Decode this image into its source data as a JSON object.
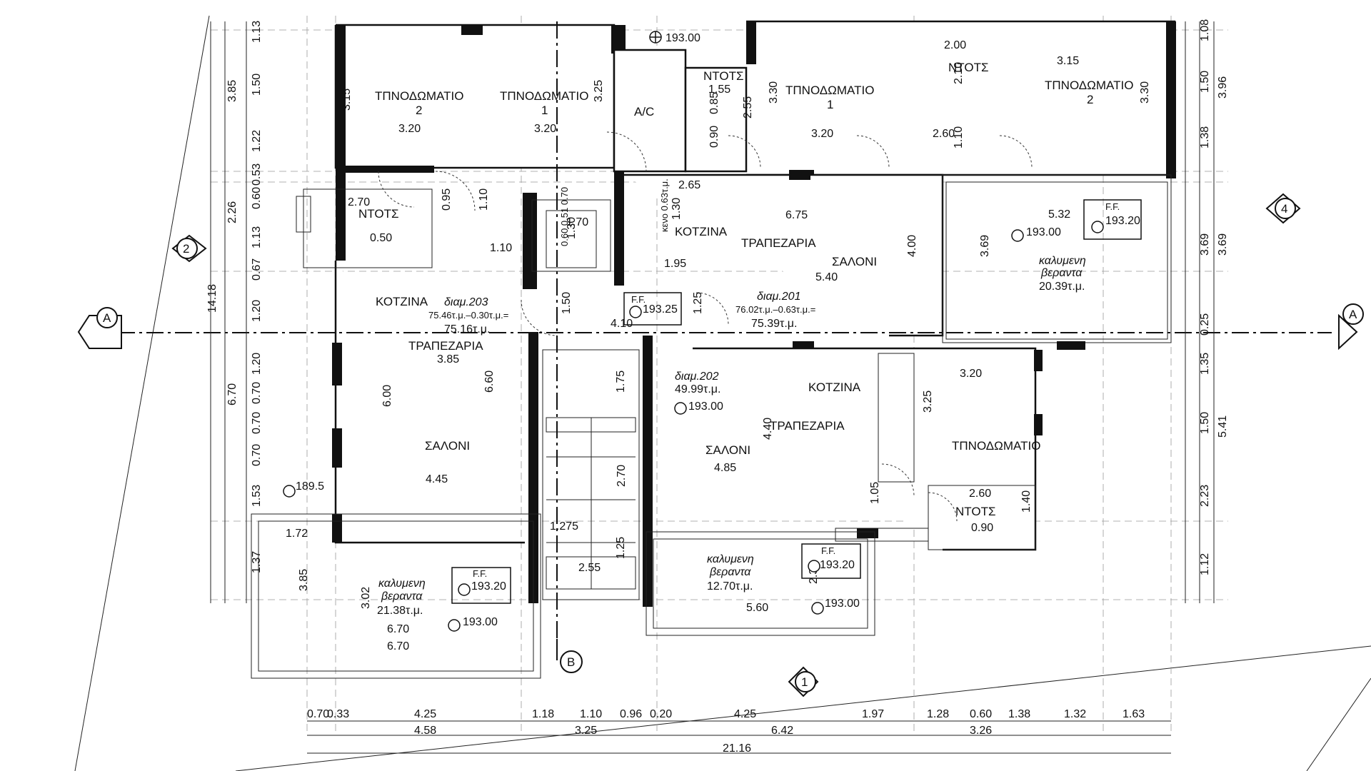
{
  "rooms": {
    "bedroom2_left": {
      "name": "ΤΠΝΟΔΩΜΑΤΙΟ",
      "num": "2",
      "w": "3.20",
      "h": "3.15"
    },
    "bedroom1_left": {
      "name": "ΤΠΝΟΔΩΜΑΤΙΟ",
      "num": "1",
      "w": "3.20",
      "h": "3.25"
    },
    "ac": {
      "name": "A/C"
    },
    "wc_top": {
      "name": "ΝΤΟΤΣ",
      "w": "1.55",
      "d1": "2.55",
      "d2": "0.85",
      "d3": "0.90"
    },
    "bedroom1_right": {
      "name": "ΤΠΝΟΔΩΜΑΤΙΟ",
      "num": "1",
      "w": "3.20",
      "h": "3.30"
    },
    "wc_top_right": {
      "name": "ΝΤΟΤΣ",
      "w": "2.00",
      "h": "2.10",
      "w2": "2.60",
      "h2": "1.10"
    },
    "bedroom2_right": {
      "name": "ΤΠΝΟΔΩΜΑΤΙΟ",
      "num": "2",
      "w": "3.15",
      "h": "3.30"
    },
    "wc_left": {
      "name": "ΝΤΟΤΣ",
      "w": "2.70",
      "d1": "0.95",
      "d2": "0.50",
      "d3": "1.10",
      "d4": "1.10"
    },
    "stair": {
      "w": "1.70",
      "h": "1.30",
      "h2": "1.50",
      "h3": "1.75",
      "h4": "2.70",
      "w2": "1.275",
      "w3": "2.55",
      "h5": "1.25",
      "label_a": "κενο 0.63τ.μ.",
      "label_b": "0.60 0.51 0.70"
    },
    "kitchen_top": {
      "name": "ΚΟΤΖΙΝΑ",
      "d1": "2.65",
      "d2": "1.30",
      "d3": "1.95"
    },
    "dining_top": {
      "name": "ΤΡΑΠΕΖΑΡΙΑ",
      "w": "6.75"
    },
    "living_top": {
      "name": "ΣΑΛΟΝΙ",
      "w": "5.40",
      "h": "4.00"
    },
    "veranda_right": {
      "title1": "καλυμενη",
      "title2": "βεραντα",
      "area": "20.39τ.μ.",
      "w": "5.32",
      "h": "3.69"
    },
    "apt201": {
      "name": "διαμ.201",
      "calc": "76.02τ.μ.–0.63τ.μ.=",
      "area": "75.39τ.μ."
    },
    "apt203": {
      "name": "διαμ.203",
      "calc": "75.46τ.μ.–0.30τ.μ.=",
      "area": "75.16τ.μ."
    },
    "apt202": {
      "name": "διαμ.202",
      "area": "49.99τ.μ."
    },
    "kitchen_left": {
      "name": "ΚΟΤΖΙΝΑ"
    },
    "dining_left": {
      "name": "ΤΡΑΠΕΖΑΡΙΑ",
      "w": "3.85"
    },
    "living_left": {
      "name": "ΣΑΛΟΝΙ",
      "w": "4.45",
      "h": "6.00",
      "h2": "6.60"
    },
    "kitchen_mid": {
      "name": "ΚΟΤΖΙΝΑ"
    },
    "dining_mid": {
      "name": "ΤΡΑΠΕΖΑΡΙΑ",
      "h": "4.40"
    },
    "living_mid": {
      "name": "ΣΑΛΟΝΙ",
      "w": "4.85"
    },
    "bedroom_mid": {
      "name": "ΤΠΝΟΔΩΜΑΤΙΟ",
      "w": "3.20",
      "h": "3.25"
    },
    "wc_mid": {
      "name": "ΝΤΟΤΣ",
      "w": "2.60",
      "d1": "0.90",
      "d2": "1.40",
      "d3": "1.05"
    },
    "veranda_left": {
      "title1": "καλυμενη",
      "title2": "βεραντα",
      "area": "21.38τ.μ.",
      "w": "6.70",
      "w2": "6.70",
      "h": "3.85",
      "h2": "3.02",
      "side": "1.72"
    },
    "veranda_mid": {
      "title1": "καλυμενη",
      "title2": "βεραντα",
      "area": "12.70τ.μ.",
      "w": "5.60",
      "h": "2.32"
    },
    "misc": {
      "d410": "4.10",
      "d125": "1.25"
    }
  },
  "levels": {
    "top": "193.00",
    "right_veranda_ff": "193.20",
    "right_veranda": "193.00",
    "center_ff": "193.25",
    "center": "193.00",
    "left_veranda_ff": "193.20",
    "left_veranda": "193.00",
    "mid_veranda_ff": "193.20",
    "mid_veranda": "193.00",
    "ground": "189.5",
    "ff_tag": "F.F."
  },
  "axes": {
    "a_left": "A",
    "a_right": "A",
    "b": "B",
    "one": "1",
    "two": "2",
    "four": "4"
  },
  "dims_bottom_row1": [
    "0.70",
    "0.33",
    "4.25",
    "1.18",
    "1.10",
    "0.96",
    "0.20",
    "4.25",
    "1.97",
    "1.28",
    "0.60",
    "1.38",
    "1.32",
    "1.63"
  ],
  "dims_bottom_row2": [
    "4.58",
    "3.25",
    "6.42",
    "3.26"
  ],
  "dims_bottom_total": "21.16",
  "dims_left_row1": [
    "1.13",
    "1.50",
    "1.22",
    "0.53",
    "0.60",
    "1.13",
    "0.67",
    "1.20",
    "1.20",
    "0.70",
    "0.70",
    "0.70",
    "1.53",
    "1.37"
  ],
  "dims_left_row2": [
    "3.85",
    "2.26",
    "6.70"
  ],
  "dims_left_total": "14.18",
  "dims_right_row1": [
    "1.08",
    "1.50",
    "1.38",
    "0.25",
    "1.35",
    "1.50",
    "2.23",
    "1.12"
  ],
  "dims_right_row2": [
    "3.96",
    "3.69",
    "5.41"
  ],
  "dims_right_mid": "3.69"
}
